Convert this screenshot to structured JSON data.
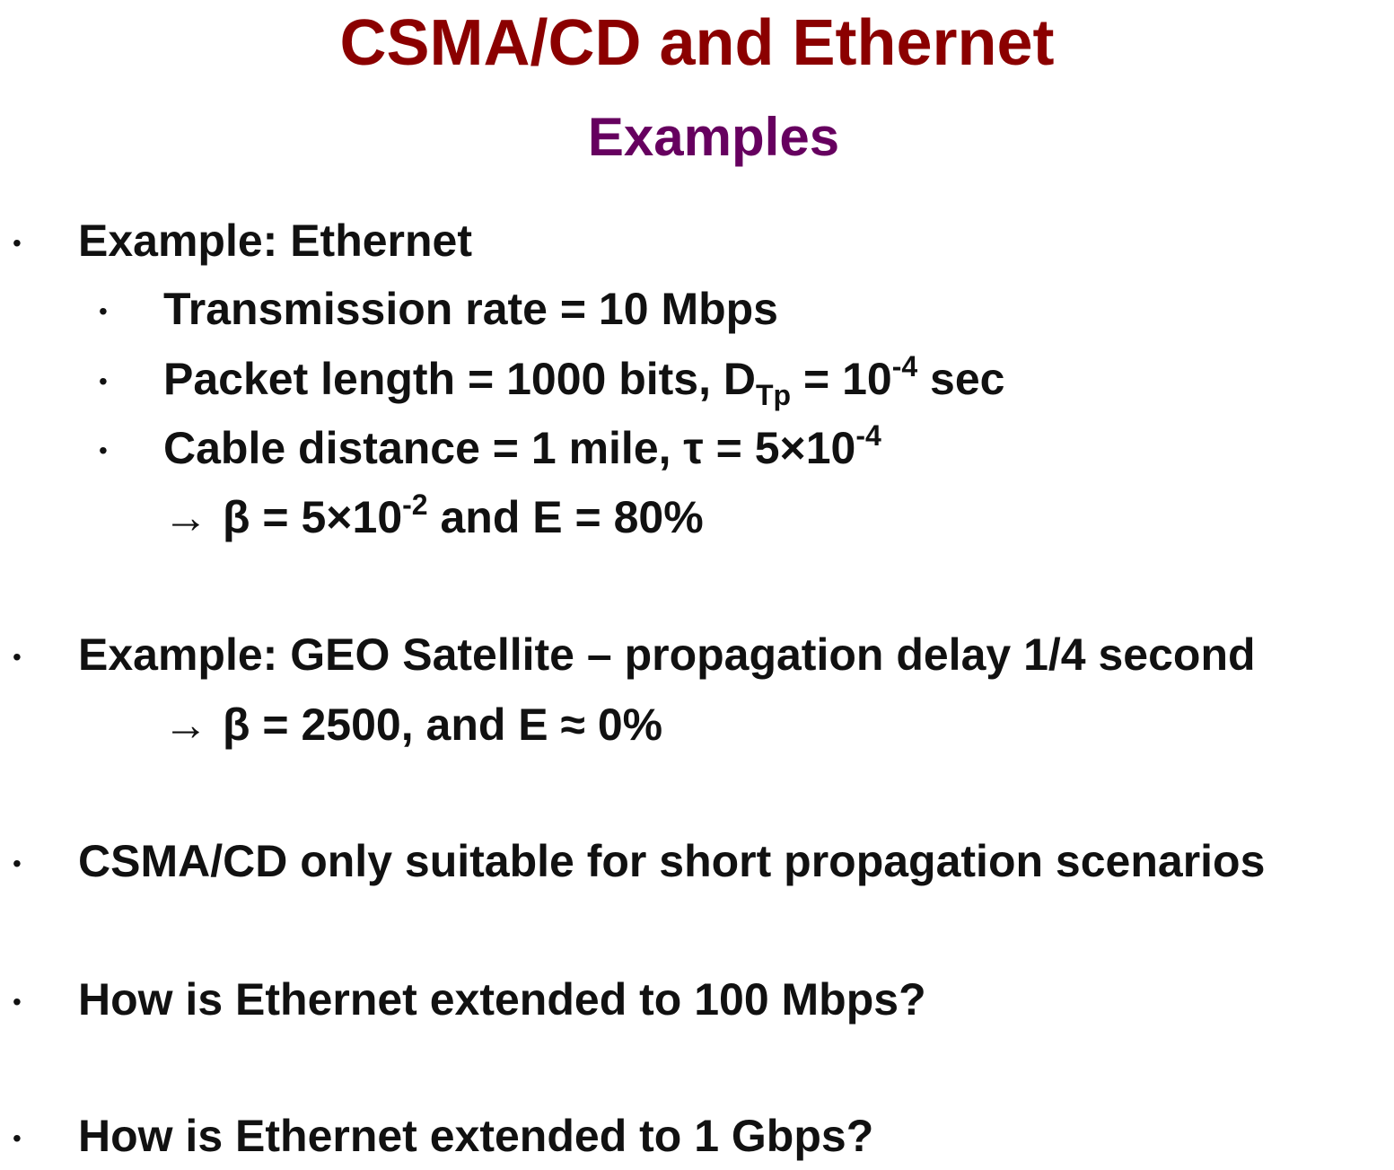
{
  "colors": {
    "title": "#8b0000",
    "subtitle": "#66005f",
    "text": "#111111"
  },
  "title": "CSMA/CD and Ethernet",
  "subtitle": "Examples",
  "bullet_glyph": "•",
  "arrow_glyph": "→",
  "items": {
    "ethernet": {
      "heading": "Example: Ethernet",
      "rate": "Transmission rate = 10 Mbps",
      "packet_prefix": "Packet length = 1000 bits, D",
      "packet_sub": "Tp",
      "packet_mid": " = 10",
      "packet_sup": "-4",
      "packet_suffix": " sec",
      "cable_prefix": "Cable distance = 1 mile, τ = 5×10",
      "cable_sup": "-4",
      "result_prefix": "β = 5×10",
      "result_sup": "-2",
      "result_suffix": " and E = 80%"
    },
    "geo": {
      "heading": "Example: GEO Satellite – propagation delay 1/4 second",
      "result": "β = 2500, and E ≈ 0%"
    },
    "csma_note": "CSMA/CD only suitable for short propagation scenarios",
    "q100": "How is Ethernet extended to 100 Mbps?",
    "q1g": "How is Ethernet extended to 1 Gbps?"
  }
}
